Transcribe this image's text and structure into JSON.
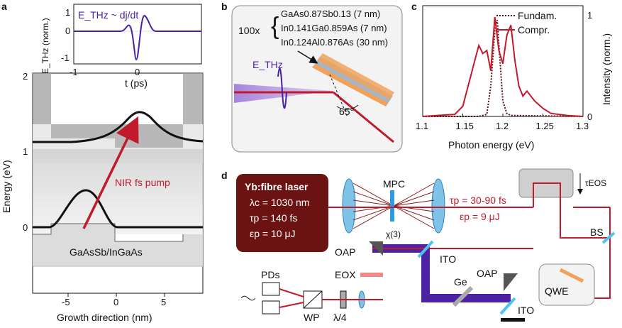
{
  "panels": {
    "a": "a",
    "b": "b",
    "c": "c",
    "d": "d"
  },
  "panel_a": {
    "inset_label": "E_THz ~ dj/dt",
    "inset_ylabel": "E_THz (norm.)",
    "inset_yticks": [
      "1",
      "0",
      "-1"
    ],
    "inset_xticks": [
      "-1",
      "0"
    ],
    "inset_xlabel": "t (ps)",
    "ylabel": "Energy (eV)",
    "yticks": [
      "2",
      "1",
      "0"
    ],
    "xticks": [
      "-5",
      "0",
      "5"
    ],
    "xlabel": "Growth direction (nm)",
    "pump_label": "NIR fs pump",
    "material_label": "GaAsSb/InGaAs"
  },
  "panel_b": {
    "repeat": "100x",
    "layers": [
      "GaAs0.87Sb0.13 (7 nm)",
      "In0.141Ga0.859As (7 nm)",
      "In0.124Al0.876As (30 nm)"
    ],
    "angle": "65°",
    "ethz": "E_THz"
  },
  "chart_data": {
    "type": "line",
    "xlabel": "Photon energy (eV)",
    "ylabel": "Intensity (norm.)",
    "xlim": [
      1.1,
      1.3
    ],
    "ylim": [
      0,
      1.05
    ],
    "xticks": [
      "1.1",
      "1.15",
      "1.2",
      "1.25",
      "1.3"
    ],
    "yticks": [
      "0",
      "1"
    ],
    "legend_position": "top-right",
    "series": [
      {
        "name": "Fundam.",
        "style": "dotted",
        "color": "#5a1010",
        "x": [
          1.1,
          1.17,
          1.18,
          1.185,
          1.19,
          1.193,
          1.196,
          1.2,
          1.205,
          1.21,
          1.3
        ],
        "y": [
          0.0,
          0.0,
          0.02,
          0.3,
          0.85,
          0.95,
          0.6,
          0.15,
          0.03,
          0.01,
          0.0
        ]
      },
      {
        "name": "Compr.",
        "style": "solid",
        "color": "#c01a2c",
        "x": [
          1.1,
          1.14,
          1.15,
          1.16,
          1.165,
          1.17,
          1.175,
          1.18,
          1.185,
          1.19,
          1.195,
          1.2,
          1.205,
          1.21,
          1.215,
          1.22,
          1.225,
          1.23,
          1.24,
          1.25,
          1.26,
          1.28,
          1.3
        ],
        "y": [
          0.0,
          0.02,
          0.1,
          0.4,
          0.55,
          0.7,
          0.62,
          0.65,
          0.45,
          0.98,
          0.65,
          0.52,
          0.8,
          0.9,
          0.55,
          0.3,
          0.2,
          0.25,
          0.15,
          0.08,
          0.03,
          0.01,
          0.0
        ]
      }
    ]
  },
  "panel_d": {
    "laser_title": "Yb:fibre laser",
    "laser_params": [
      "λc = 1030 nm",
      "τp = 140 fs",
      "εp = 10 μJ"
    ],
    "mpc": "MPC",
    "chi3": "χ(3)",
    "tau_out": "τp = 30-90 fs",
    "eps_out": "εp = 9 μJ",
    "tau_eos": "τEOS",
    "bs": "BS",
    "ito1": "ITO",
    "ito2": "ITO",
    "oap1": "OAP",
    "oap2": "OAP",
    "eox": "EOX",
    "ge": "Ge",
    "qwe": "QWE",
    "pds": "PDs",
    "wp": "WP",
    "qwp": "λ/4"
  }
}
